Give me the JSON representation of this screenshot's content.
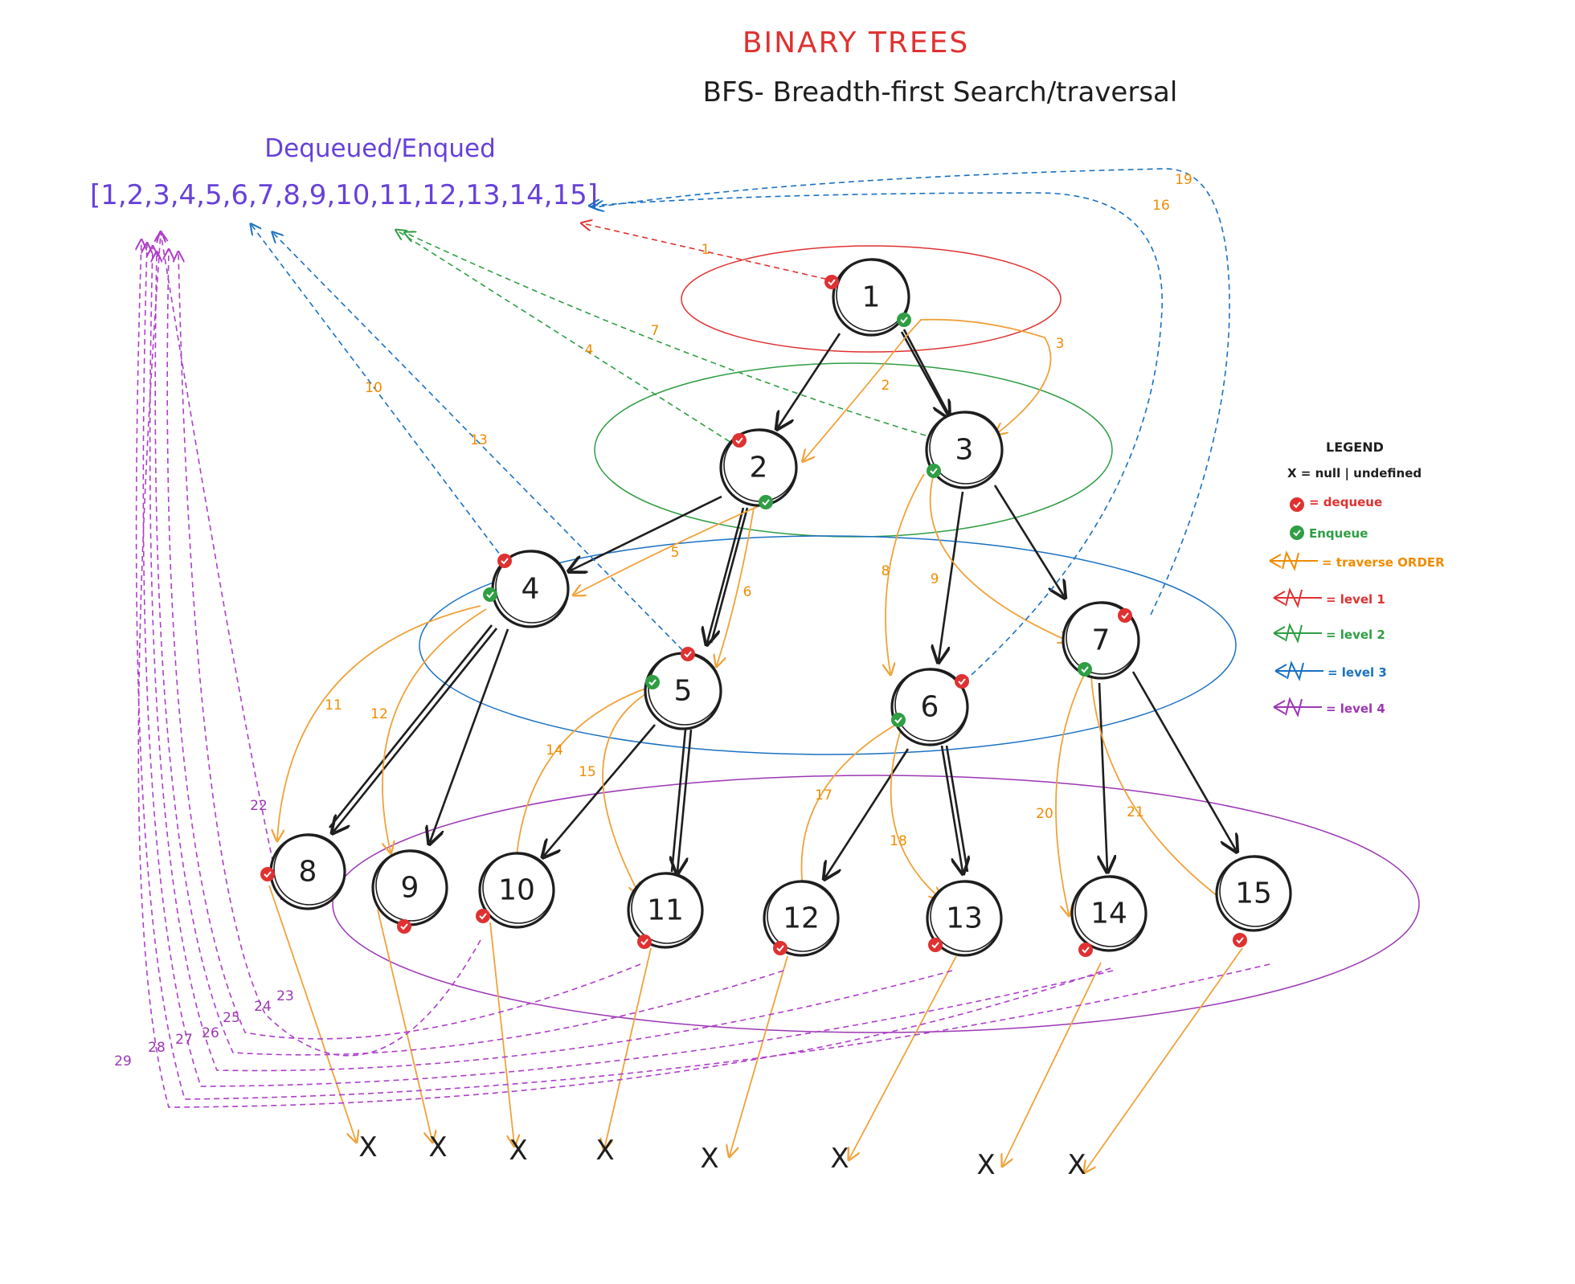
{
  "title": "BINARY TREES",
  "subtitle": "BFS- Breadth-first Search/traversal",
  "queue_label": "Dequeued/Enqued",
  "queue_array": "[1,2,3,4,5,6,7,8,9,10,11,12,13,14,15]",
  "colors": {
    "title": "#e03131",
    "queue": "#6741d9",
    "dequeue": "#e03131",
    "enqueue": "#2f9e44",
    "traverse": "#f08c00",
    "level1": "#e03131",
    "level2": "#2f9e44",
    "level3": "#1971c2",
    "level4": "#9c36b5"
  },
  "nodes": [
    "1",
    "2",
    "3",
    "4",
    "5",
    "6",
    "7",
    "8",
    "9",
    "10",
    "11",
    "12",
    "13",
    "14",
    "15"
  ],
  "null_marker": "X",
  "traverse_numbers": [
    "1",
    "2",
    "3",
    "4",
    "5",
    "6",
    "7",
    "8",
    "9",
    "10",
    "11",
    "12",
    "13",
    "14",
    "15",
    "16",
    "17",
    "18",
    "19",
    "20",
    "21",
    "22",
    "23",
    "24",
    "25",
    "26",
    "27",
    "28",
    "29"
  ],
  "legend": {
    "title": "LEGEND",
    "null_def": "X = null | undefined",
    "dequeue": "= dequeue",
    "enqueue": "Enqueue",
    "traverse": "= traverse ORDER",
    "level1": "= level 1",
    "level2": "= level 2",
    "level3": "= level 3",
    "level4": "= level 4"
  }
}
